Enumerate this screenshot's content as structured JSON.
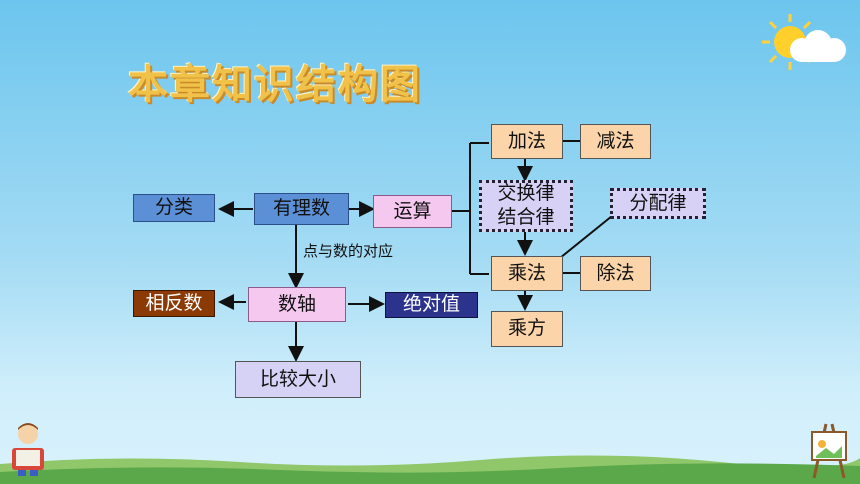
{
  "title": "本章知识结构图",
  "nodes": {
    "youlishu": "有理数",
    "fenlei": "分类",
    "yunsuan": "运算",
    "jiafa": "加法",
    "jianfa": "减法",
    "jiaohuanlv": "交换律",
    "jiehelv": "结合律",
    "fenpeilv": "分配律",
    "chengfa": "乘法",
    "chufa": "除法",
    "chengfang": "乘方",
    "shuzhou": "数轴",
    "xiangfanshu": "相反数",
    "jueduizhi": "绝对值",
    "bijiaodaxiao": "比较大小"
  },
  "edge_labels": {
    "point_number": "点与数的对应"
  },
  "colors": {
    "title_gold": "#f0c24a",
    "blue_box": "#5b8fd6",
    "pink_box": "#f5c8f0",
    "orange_box": "#fbd5a9",
    "lavender_box": "#d8d1f6",
    "brown_box": "#8b3a06",
    "navy_box": "#2b338c"
  },
  "decorations": [
    "sun-icon",
    "cloud-icon",
    "reading-child-icon",
    "easel-icon",
    "grass-strip"
  ]
}
